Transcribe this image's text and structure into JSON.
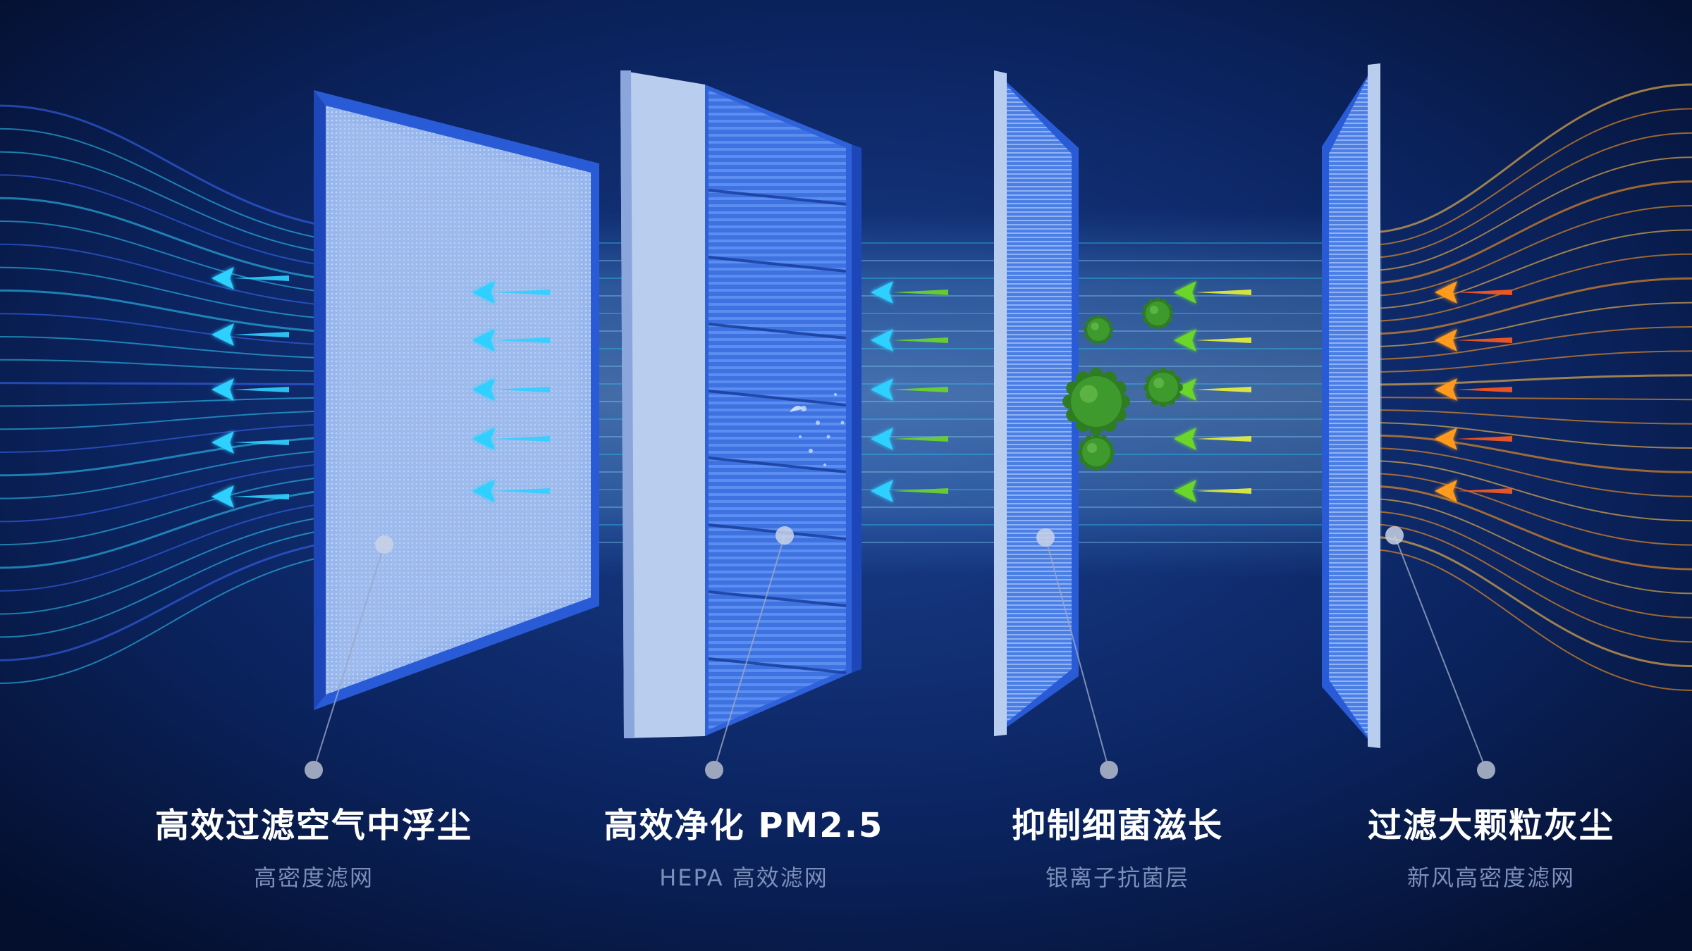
{
  "layers": [
    {
      "title": "高效过滤空气中浮尘",
      "subtitle": "高密度滤网"
    },
    {
      "title": "高效净化 PM2.5",
      "subtitle": "HEPA 高效滤网"
    },
    {
      "title": "抑制细菌滋长",
      "subtitle": "银离子抗菌层"
    },
    {
      "title": "过滤大颗粒灰尘",
      "subtitle": "新风高密度滤网"
    }
  ],
  "colors": {
    "background": "#071a45",
    "frame_blue": "#2a5bd7",
    "mesh_light": "#a9c4ef",
    "airflow_cyan": "#2fd0ff",
    "airflow_blue": "#3c6cff",
    "airflow_orange": "#ff9a1f",
    "arrow_green": "#6bd62a",
    "bacteria_green": "#3f9a2e",
    "caption_title": "#ffffff",
    "caption_subtitle": "#7b8fb8",
    "leader_dot": "#c9d2e6"
  },
  "icons": [
    "left-arrow-icon",
    "bacteria-icon",
    "particle-icon"
  ]
}
